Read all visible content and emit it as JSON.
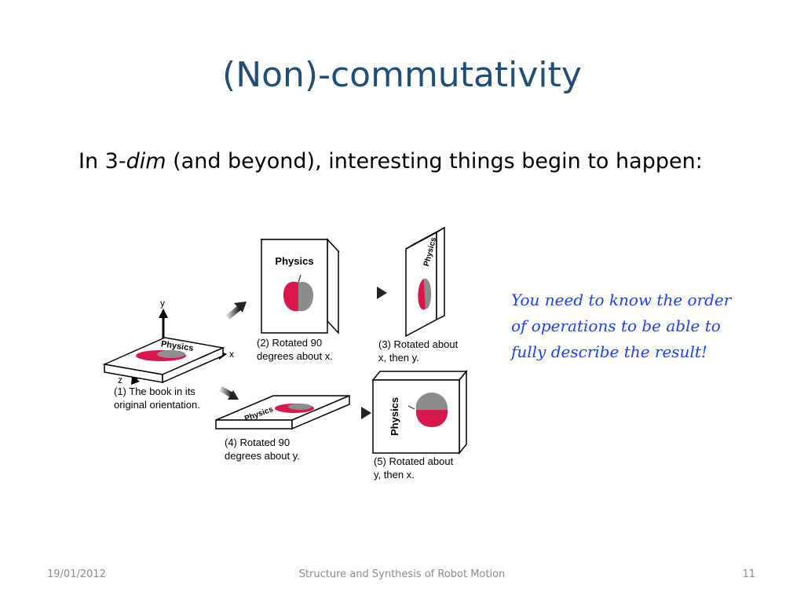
{
  "slide": {
    "title": "(Non)-commutativity",
    "body_prefix": "In 3-",
    "body_italic": "dim",
    "body_suffix": " (and beyond), interesting things begin to happen:"
  },
  "note": {
    "lines": [
      "You need to know the order",
      "of operations to be able to",
      "fully describe the result!"
    ]
  },
  "figure": {
    "axis_y": "y",
    "axis_x": "x",
    "axis_z": "z",
    "book_title": "Physics",
    "cap1_l1": "(1) The book in its",
    "cap1_l2": "original orientation.",
    "cap2_l1": "(2) Rotated 90",
    "cap2_l2": "degrees about x.",
    "cap3_l1": "(3) Rotated about",
    "cap3_l2": "x, then y.",
    "cap4_l1": "(4) Rotated 90",
    "cap4_l2": "degrees about y.",
    "cap5_l1": "(5) Rotated about",
    "cap5_l2": "y, then x."
  },
  "footer": {
    "date": "19/01/2012",
    "title": "Structure and Synthesis of Robot Motion",
    "page": "11"
  }
}
